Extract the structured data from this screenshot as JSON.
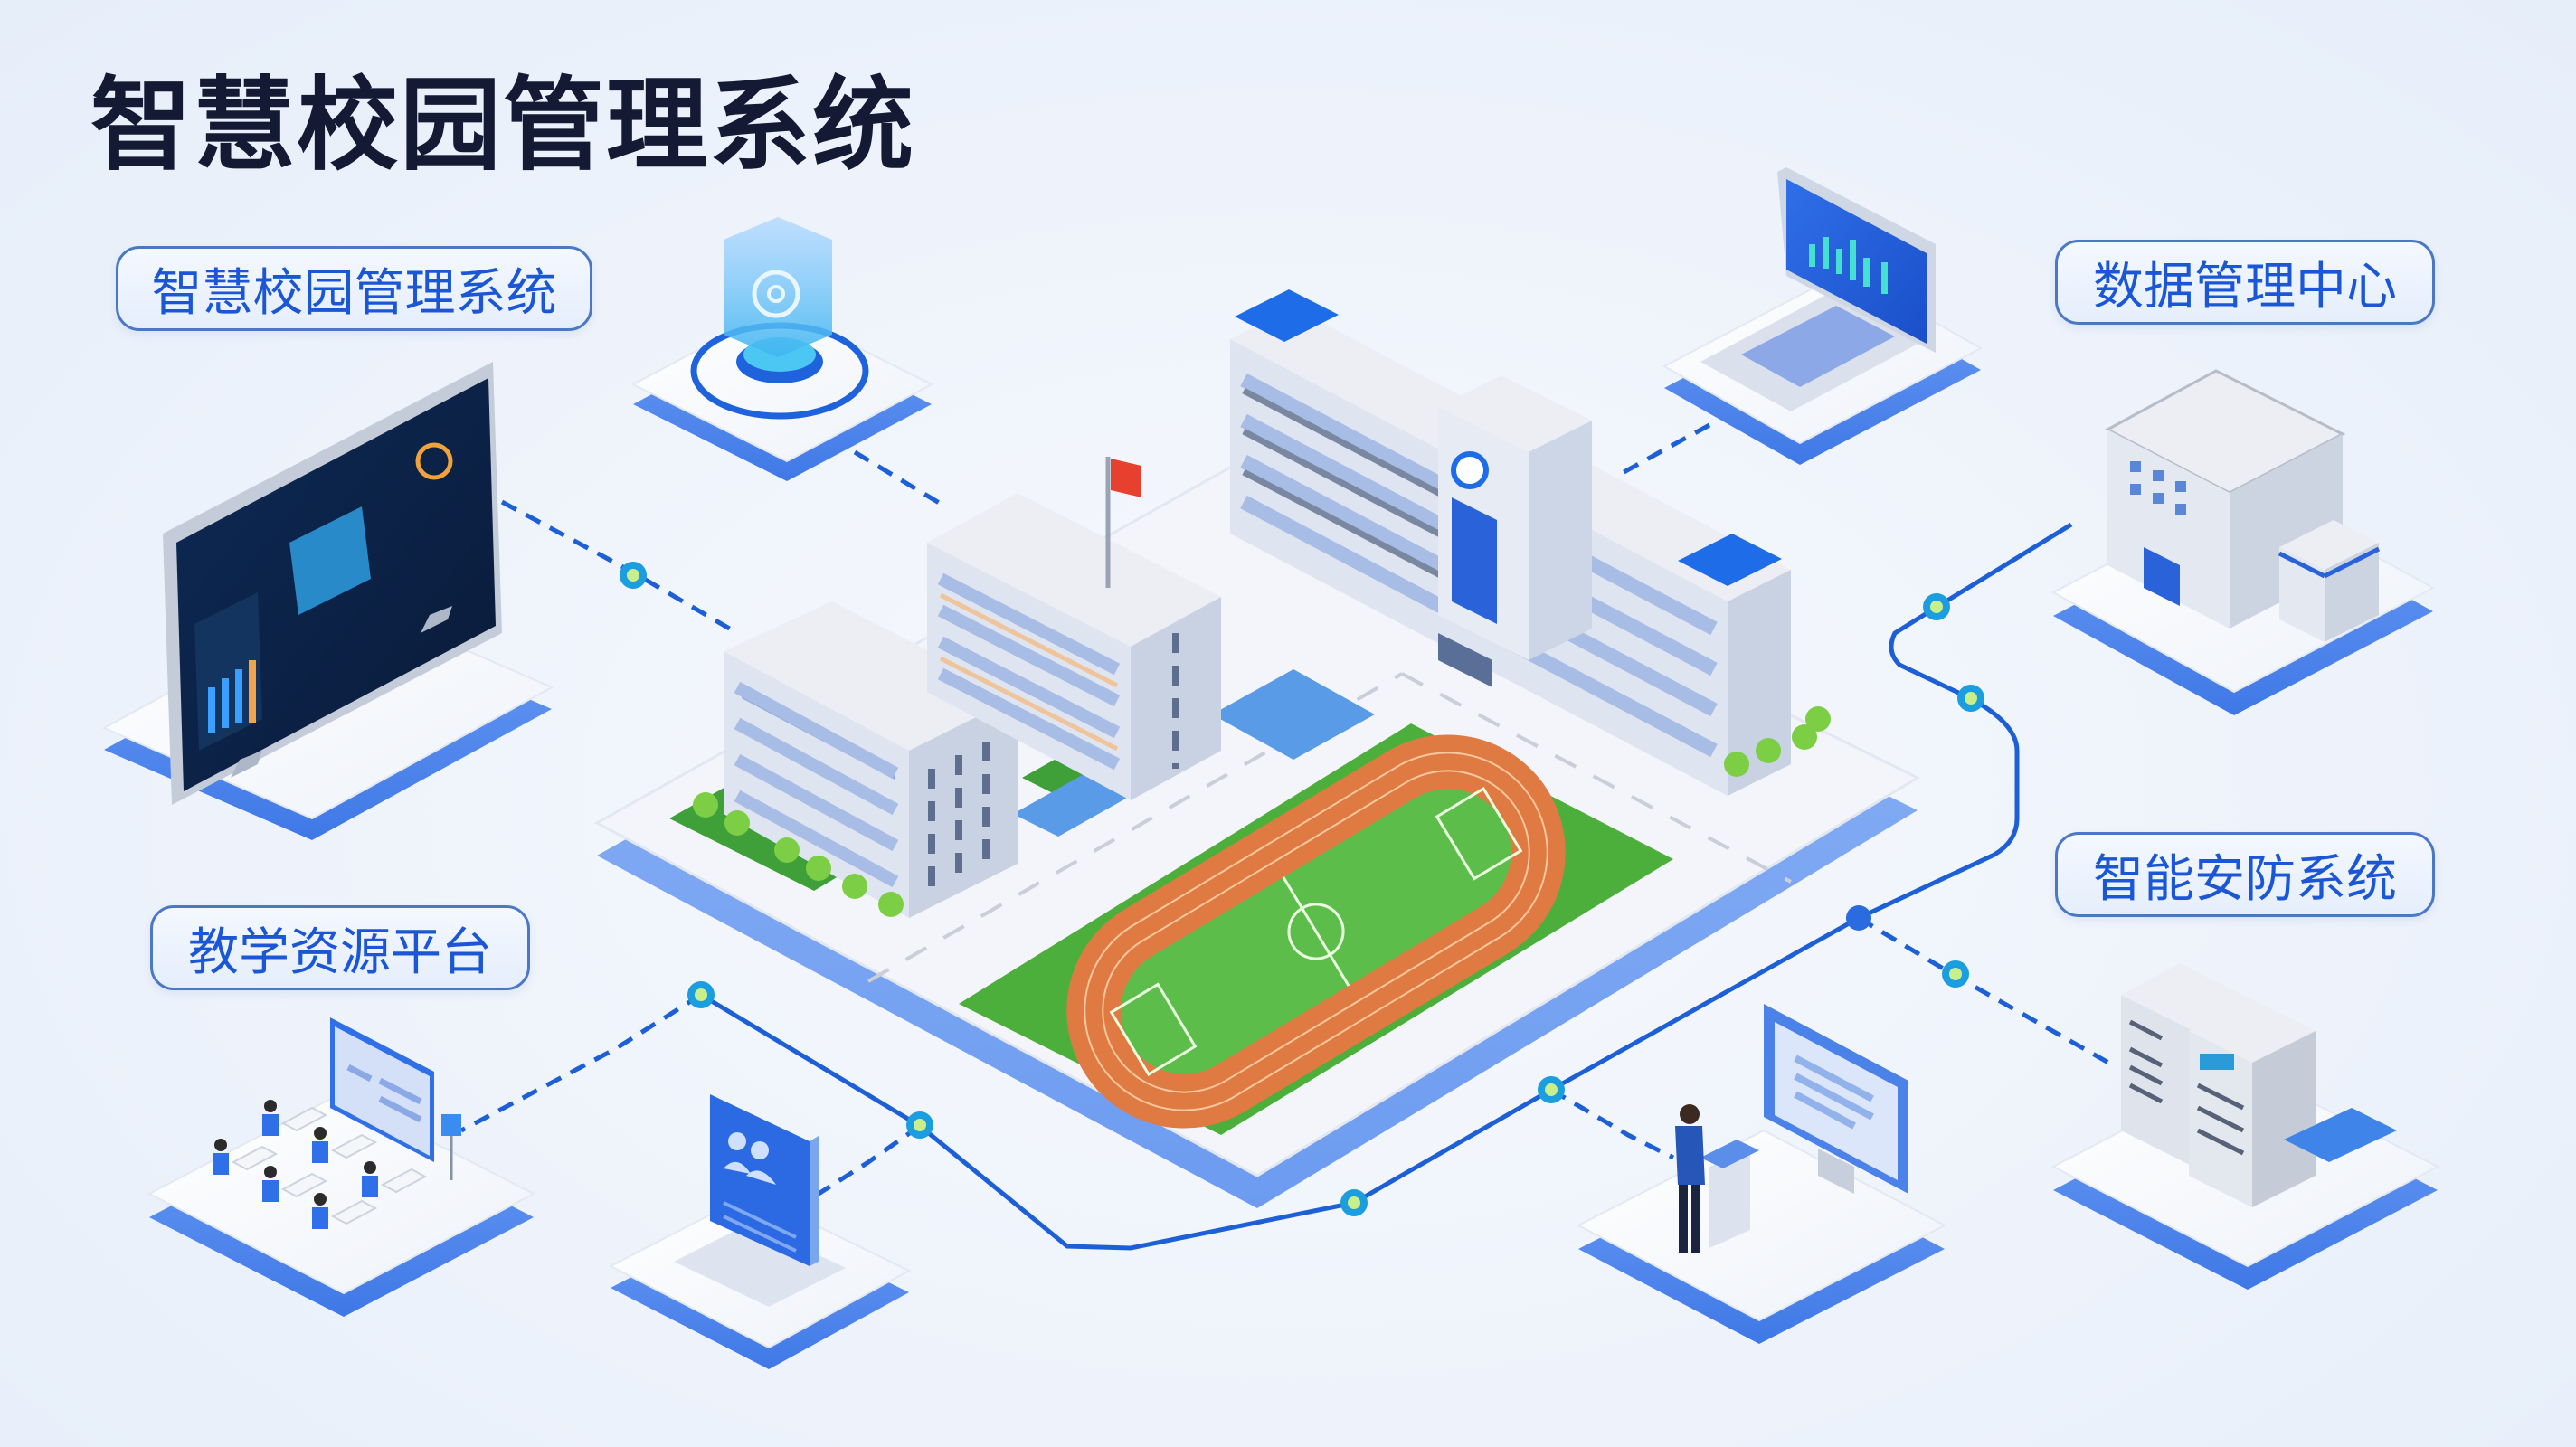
{
  "title": "智慧校园管理系统",
  "labels": {
    "campus_system": "智慧校园管理系统",
    "data_center": "数据管理中心",
    "security_system": "智能安防系统",
    "teaching_platform": "教学资源平台"
  },
  "modules": [
    {
      "id": "dashboard-monitor",
      "icon": "dashboard-screen-icon"
    },
    {
      "id": "cloud-hologram",
      "icon": "cloud-security-icon"
    },
    {
      "id": "laptop",
      "icon": "laptop-analytics-icon"
    },
    {
      "id": "data-center-building",
      "icon": "office-building-icon"
    },
    {
      "id": "server-rack",
      "icon": "server-icon"
    },
    {
      "id": "kiosk-operator",
      "icon": "operator-terminal-icon"
    },
    {
      "id": "info-kiosk",
      "icon": "users-kiosk-icon"
    },
    {
      "id": "classroom",
      "icon": "classroom-icon"
    },
    {
      "id": "campus",
      "icon": "school-campus-icon"
    }
  ],
  "colors": {
    "accent": "#1a56d6",
    "platform_side": "#5b8ff0",
    "line": "#1d5fd6",
    "node_outer": "#1a9ee0",
    "node_inner": "#c9ef8a",
    "title": "#141a33",
    "grass": "#4caf3c",
    "track": "#e07a43",
    "flag": "#e8402f"
  }
}
